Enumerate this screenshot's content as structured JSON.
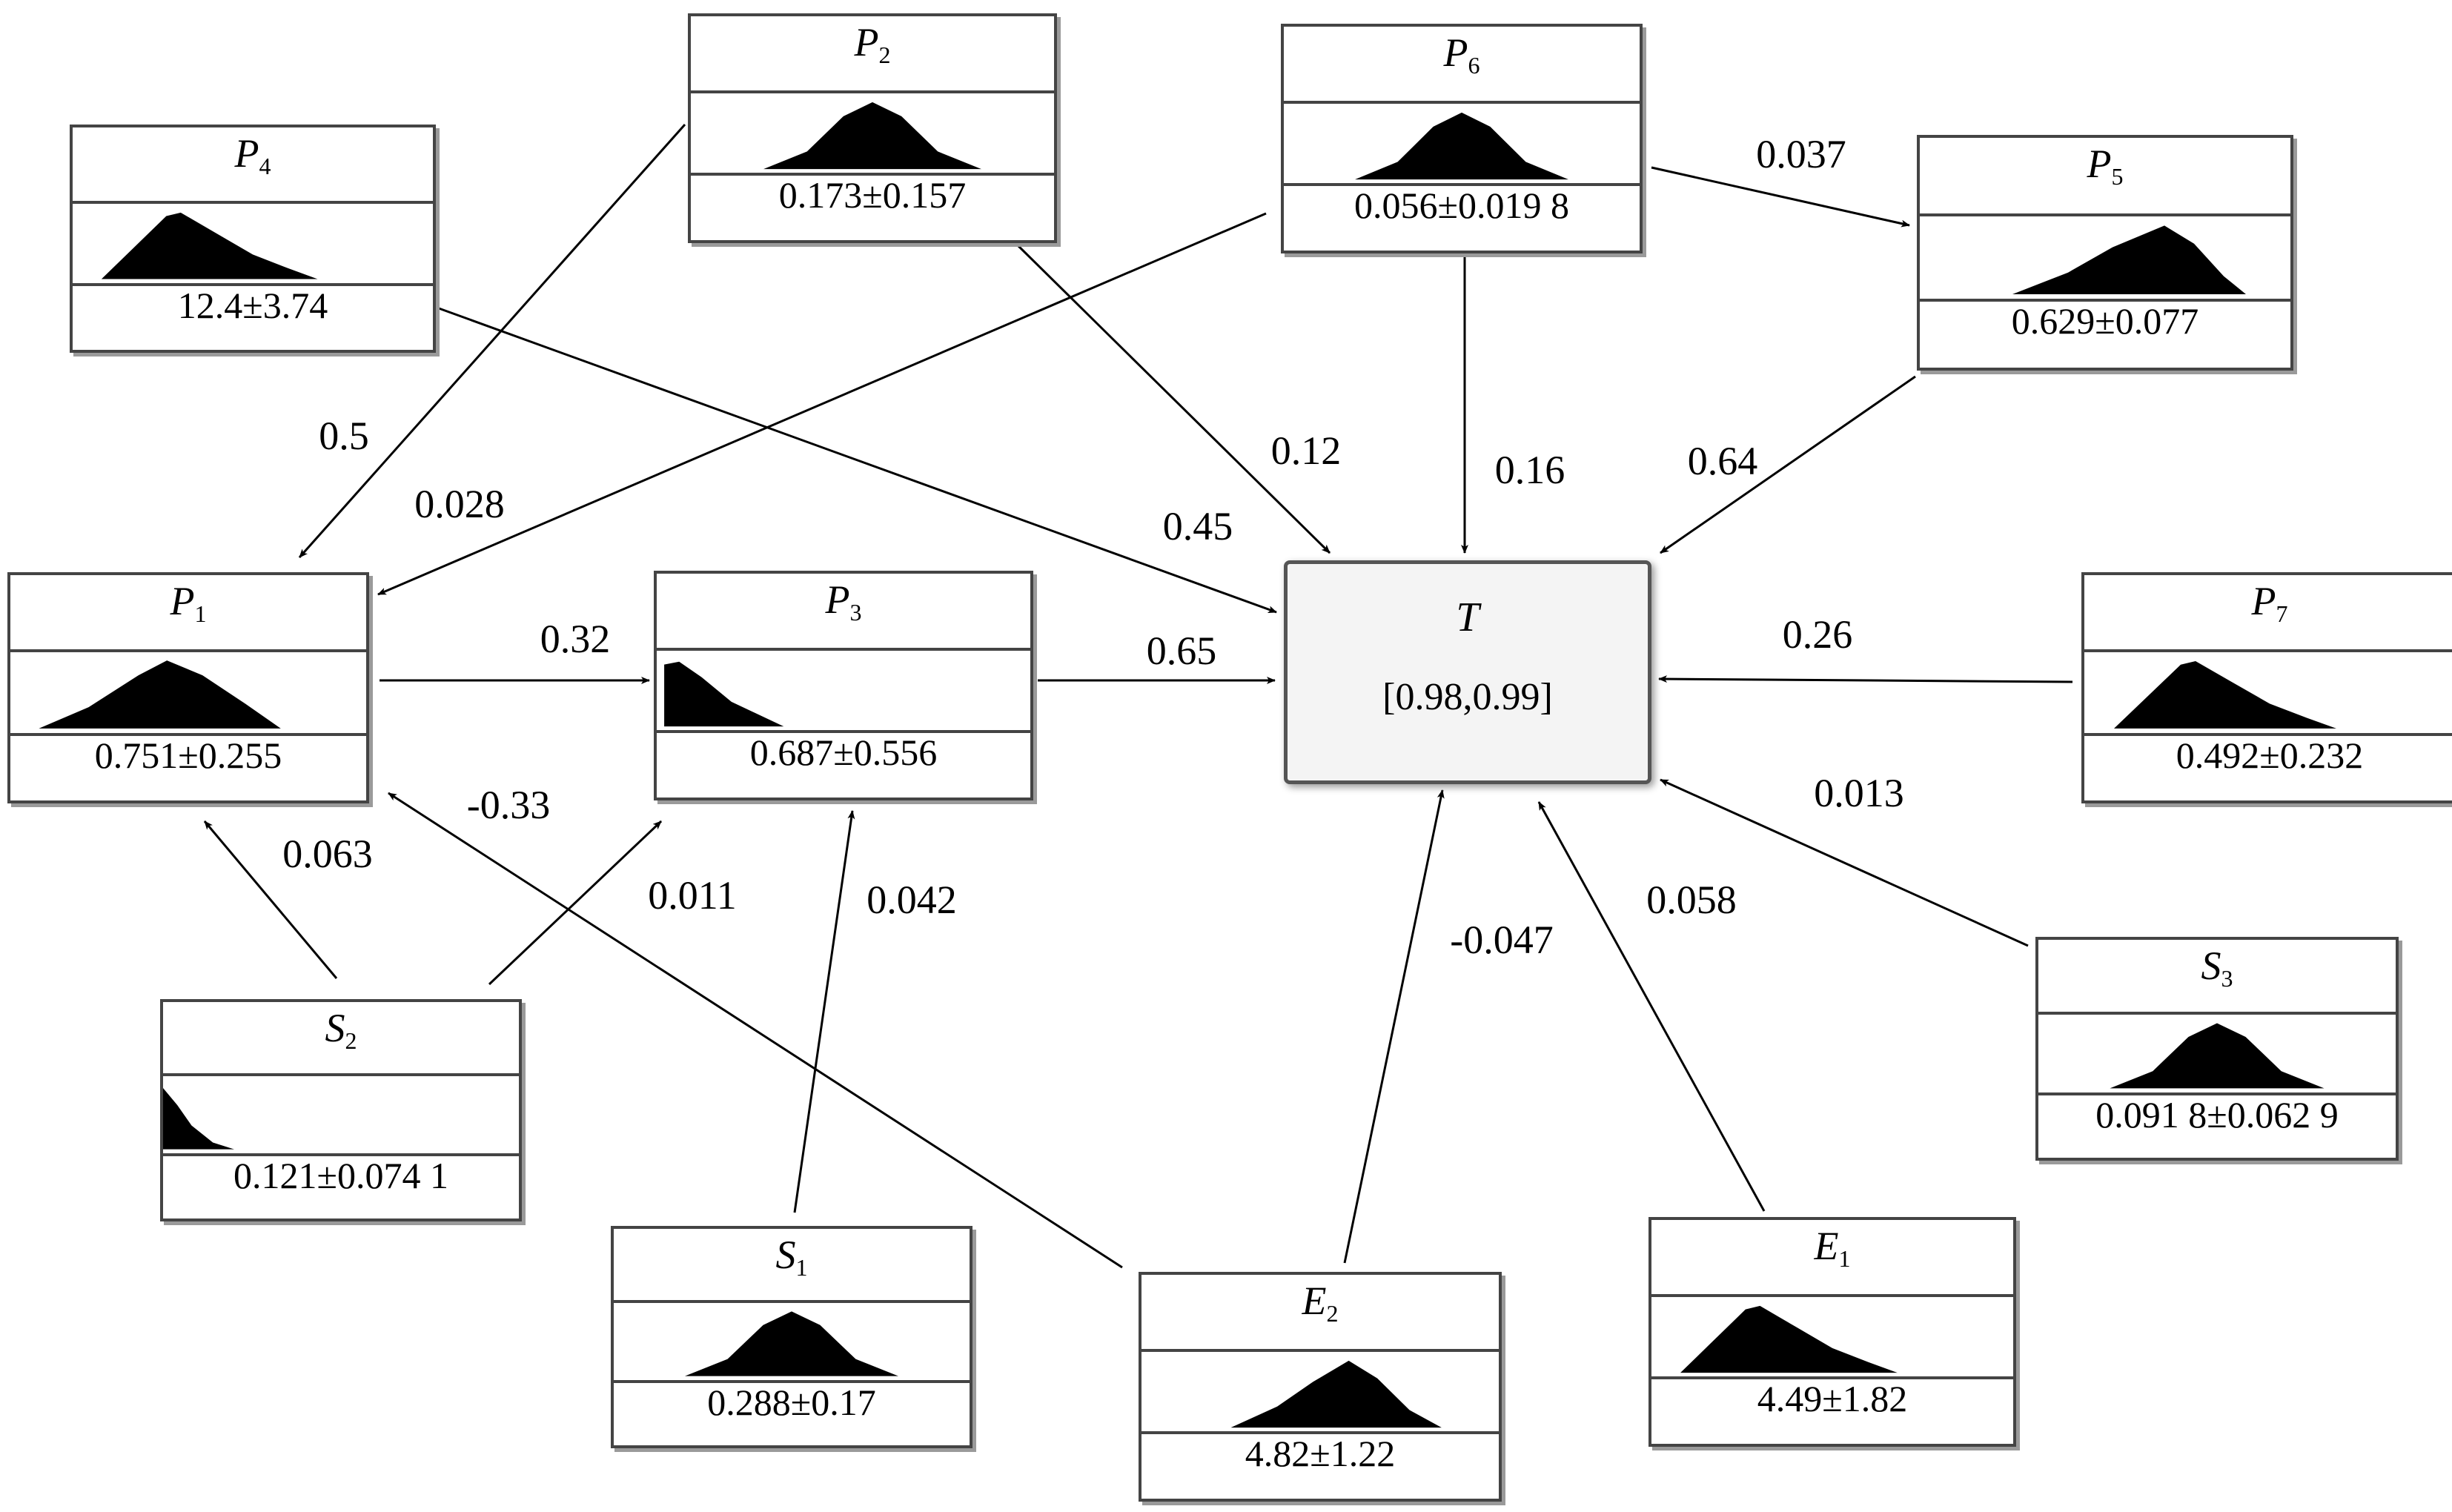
{
  "target": {
    "name": "T",
    "value": "[0.98,0.99]"
  },
  "nodes": [
    {
      "id": "P2",
      "letter": "P",
      "sub": "2",
      "value": "0.173±0.157",
      "shape": "peak-center"
    },
    {
      "id": "P6",
      "letter": "P",
      "sub": "6",
      "value": "0.056±0.019 8",
      "shape": "peak-center"
    },
    {
      "id": "P4",
      "letter": "P",
      "sub": "4",
      "value": "12.4±3.74",
      "shape": "skew-left"
    },
    {
      "id": "P5",
      "letter": "P",
      "sub": "5",
      "value": "0.629±0.077",
      "shape": "skew-right"
    },
    {
      "id": "P1",
      "letter": "P",
      "sub": "1",
      "value": "0.751±0.255",
      "shape": "peak-center-wide"
    },
    {
      "id": "P3",
      "letter": "P",
      "sub": "3",
      "value": "0.687±0.556",
      "shape": "decay"
    },
    {
      "id": "P7",
      "letter": "P",
      "sub": "7",
      "value": "0.492±0.232",
      "shape": "skew-left"
    },
    {
      "id": "S2",
      "letter": "S",
      "sub": "2",
      "value": "0.121±0.074 1",
      "shape": "decay-steep"
    },
    {
      "id": "S1",
      "letter": "S",
      "sub": "1",
      "value": "0.288±0.17",
      "shape": "peak-center"
    },
    {
      "id": "E2",
      "letter": "E",
      "sub": "2",
      "value": "4.82±1.22",
      "shape": "peak-wide"
    },
    {
      "id": "E1",
      "letter": "E",
      "sub": "1",
      "value": "4.49±1.82",
      "shape": "skew-left"
    },
    {
      "id": "S3",
      "letter": "S",
      "sub": "3",
      "value": "0.091 8±0.062 9",
      "shape": "peak-center"
    }
  ],
  "edges": [
    {
      "from": "P2",
      "to": "P1",
      "weight": "0.5"
    },
    {
      "from": "P2",
      "to": "T",
      "weight": "0.12"
    },
    {
      "from": "P6",
      "to": "P5",
      "weight": "0.037"
    },
    {
      "from": "P6",
      "to": "T",
      "weight": "0.16"
    },
    {
      "from": "P6",
      "to": "P1",
      "weight": "0.028"
    },
    {
      "from": "P4",
      "to": "T",
      "weight": "0.45"
    },
    {
      "from": "P5",
      "to": "T",
      "weight": "0.64"
    },
    {
      "from": "P1",
      "to": "P3",
      "weight": "0.32"
    },
    {
      "from": "P3",
      "to": "T",
      "weight": "0.65"
    },
    {
      "from": "P7",
      "to": "T",
      "weight": "0.26"
    },
    {
      "from": "S3",
      "to": "T",
      "weight": "0.013"
    },
    {
      "from": "E1",
      "to": "T",
      "weight": "0.058"
    },
    {
      "from": "E2",
      "to": "T",
      "weight": "-0.047"
    },
    {
      "from": "E2",
      "to": "P1",
      "weight": "-0.33"
    },
    {
      "from": "S2",
      "to": "P1",
      "weight": "0.063"
    },
    {
      "from": "S2",
      "to": "P3",
      "weight": "0.011"
    },
    {
      "from": "S1",
      "to": "P3",
      "weight": "0.042"
    }
  ]
}
